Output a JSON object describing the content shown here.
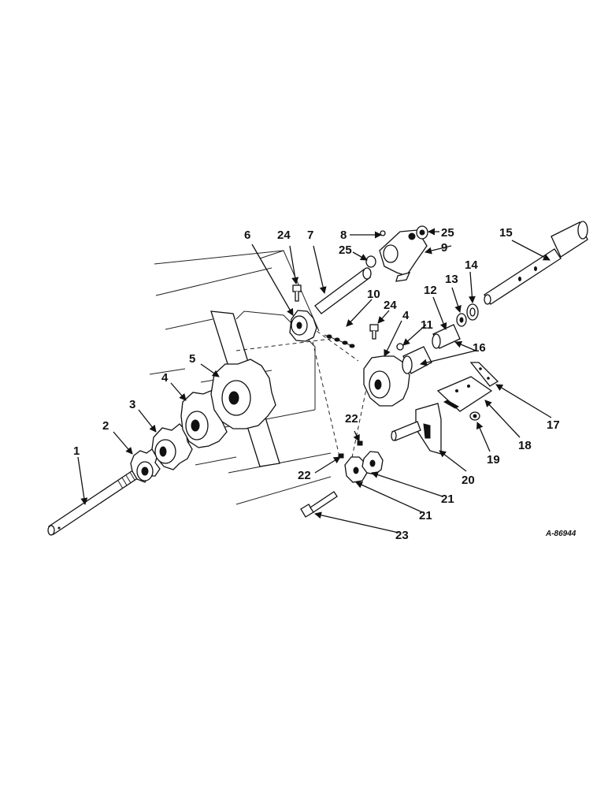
{
  "drawing_code": "A-86944",
  "callouts": [
    "1",
    "2",
    "3",
    "4",
    "5",
    "6",
    "24",
    "7",
    "8",
    "25",
    "9",
    "25",
    "10",
    "24",
    "4",
    "11",
    "12",
    "13",
    "14",
    "15",
    "16",
    "17",
    "18",
    "19",
    "20",
    "22",
    "22",
    "21",
    "21",
    "23"
  ]
}
